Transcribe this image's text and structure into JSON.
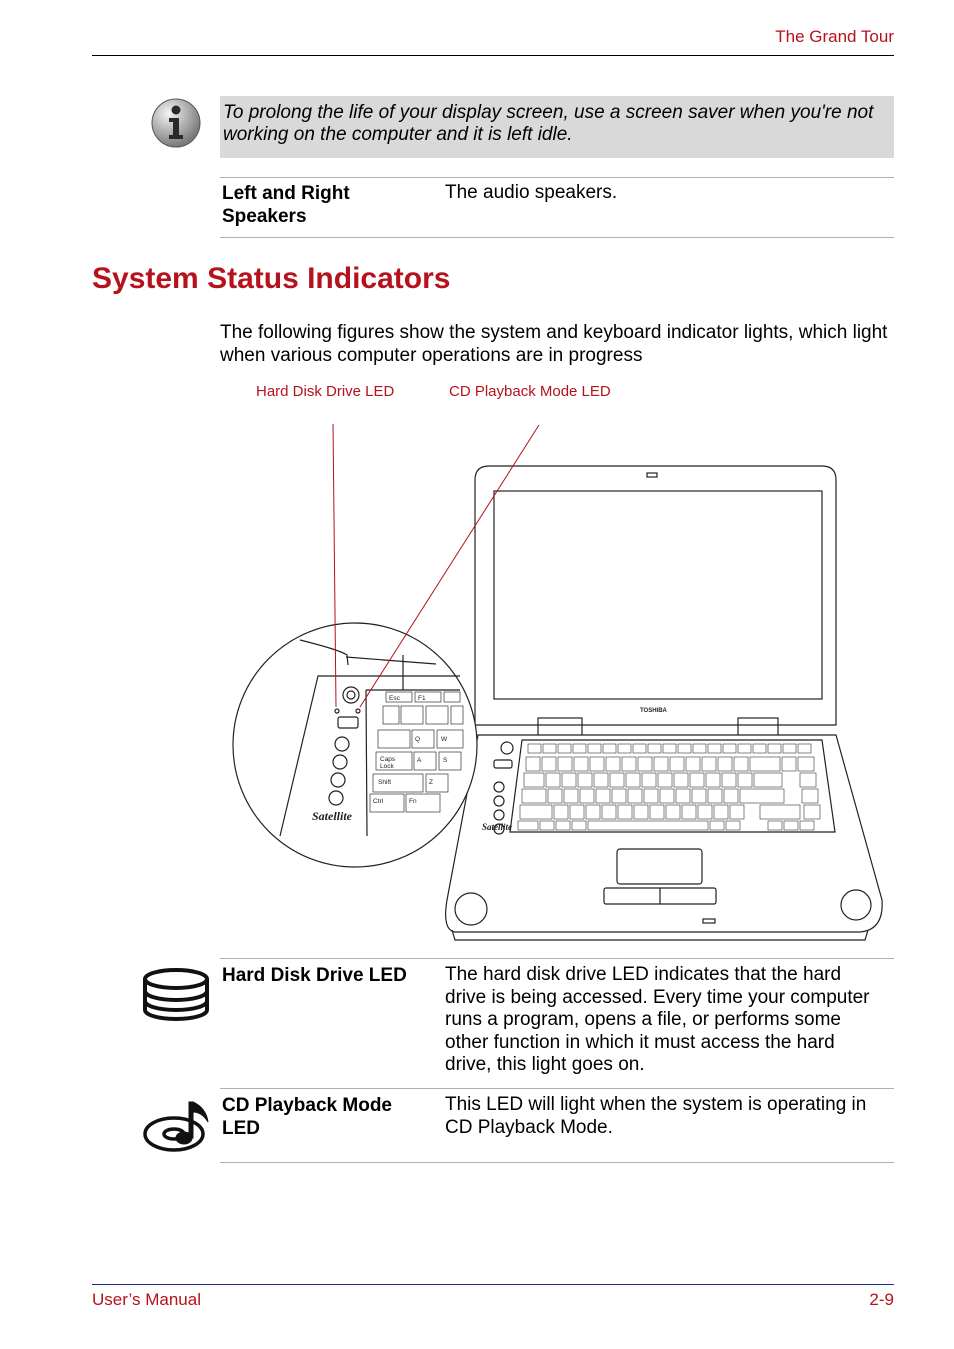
{
  "header": {
    "title": "The Grand Tour"
  },
  "note": {
    "icon": "info-icon",
    "text": "To prolong the life of your display screen, use a screen saver when you're not working on the computer and it is left idle."
  },
  "speakers_row": {
    "term": "Left and Right Speakers",
    "description": "The audio speakers."
  },
  "section": {
    "title": "System Status Indicators",
    "intro": "The following figures show the system and keyboard indicator lights, which light when various computer operations are in progress"
  },
  "figure": {
    "callouts": [
      "Hard Disk Drive LED",
      "CD Playback Mode LED"
    ],
    "brand_text": "TOSHIBA",
    "model_text": "Satellite"
  },
  "indicators": [
    {
      "icon": "hard-disk-icon",
      "term": "Hard Disk Drive LED",
      "description": "The hard disk drive LED indicates that the hard drive is being accessed. Every time your computer runs a program, opens a file, or performs some other function in which it must access the hard drive, this light goes on."
    },
    {
      "icon": "cd-playback-icon",
      "term": "CD Playback Mode LED",
      "description": "This LED will light when the system is operating in CD Playback Mode."
    }
  ],
  "footer": {
    "left": "User’s Manual",
    "right": "2-9"
  },
  "colors": {
    "accent": "#b5121b",
    "note_bg": "#d9d9d9",
    "footer_rule": "#1f2a8a"
  }
}
